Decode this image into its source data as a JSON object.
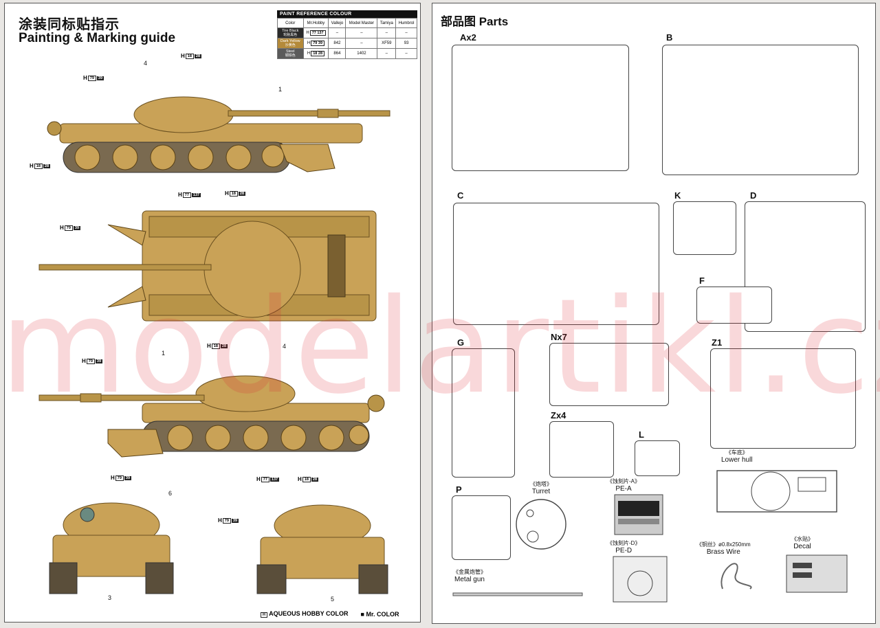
{
  "left_page": {
    "title_cn": "涂装同标贴指示",
    "title_en": "Painting & Marking guide",
    "paint_table": {
      "header": "PAINT REFERENCE COLOUR",
      "columns": [
        "Color",
        "Mr.Hobby",
        "Vallejo",
        "Model Master",
        "Tamiya",
        "Humbrol"
      ],
      "rows": [
        {
          "name": "Tire Black",
          "name_cn": "轮胎黑色",
          "swatch": "#2a2a2a",
          "mrhobby": "77 137",
          "vallejo": "–",
          "modelmaster": "–",
          "tamiya": "–",
          "humbrol": "–"
        },
        {
          "name": "Dark Yellow",
          "name_cn": "沙黄色",
          "swatch": "#b48a3a",
          "mrhobby": "79 39",
          "vallejo": "842",
          "modelmaster": "–",
          "tamiya": "XF59",
          "humbrol": "93"
        },
        {
          "name": "Steel",
          "name_cn": "钢铁色",
          "swatch": "#5a5a5a",
          "mrhobby": "18 28",
          "vallejo": "864",
          "modelmaster": "1402",
          "tamiya": "–",
          "humbrol": "–"
        }
      ]
    },
    "callouts": [
      {
        "h": "H",
        "a": "79",
        "b": "39"
      },
      {
        "h": "H",
        "a": "18",
        "b": "28"
      },
      {
        "h": "H",
        "a": "18",
        "b": "28"
      },
      {
        "h": "H",
        "a": "77",
        "b": "137"
      },
      {
        "h": "H",
        "a": "18",
        "b": "28"
      },
      {
        "h": "H",
        "a": "79",
        "b": "39"
      },
      {
        "h": "H",
        "a": "18",
        "b": "28"
      },
      {
        "h": "H",
        "a": "79",
        "b": "39"
      },
      {
        "h": "H",
        "a": "77",
        "b": "137"
      },
      {
        "h": "H",
        "a": "18",
        "b": "28"
      },
      {
        "h": "H",
        "a": "79",
        "b": "39"
      },
      {
        "h": "H",
        "a": "79",
        "b": "39"
      }
    ],
    "markers": [
      "4",
      "1",
      "1",
      "4",
      "6",
      "3",
      "5"
    ],
    "legend": {
      "aqueous": "AQUEOUS HOBBY COLOR",
      "mrcolor": "Mr. COLOR",
      "h_symbol": "H"
    }
  },
  "right_page": {
    "title": "部品图  Parts",
    "sprues": [
      "Ax2",
      "B",
      "C",
      "K",
      "D",
      "F",
      "G",
      "Nx7",
      "Z1",
      "Zx4",
      "L",
      "P"
    ],
    "labels": {
      "lower_hull_cn": "《车底》",
      "lower_hull": "Lower hull",
      "turret_cn": "《炮塔》",
      "turret": "Turret",
      "pea_cn": "《蚀刻片-A》",
      "pea": "PE-A",
      "ped_cn": "《蚀刻片-D》",
      "ped": "PE-D",
      "metal_gun_cn": "《金属炮管》",
      "metal_gun": "Metal gun",
      "brass_wire_spec": "《铜丝》ø0.8x250mm",
      "brass_wire": "Brass Wire",
      "decal_cn": "《水贴》",
      "decal": "Decal"
    }
  },
  "watermark": "modelartikl.cz",
  "colors": {
    "tank": "#c9a257",
    "tank_dark": "#8a6a2e",
    "line": "#444444",
    "watermark": "#dc2832"
  }
}
